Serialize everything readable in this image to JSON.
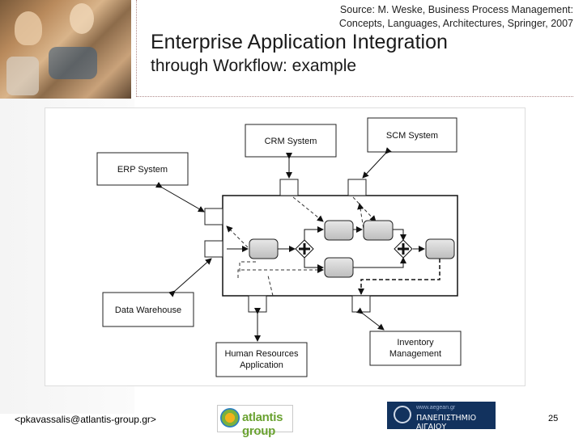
{
  "header": {
    "source_line1": "Source: M. Weske, Business Process Management:",
    "source_line2": "Concepts, Languages, Architectures, Springer, 2007",
    "title_line1": "Enterprise Application Integration",
    "title_line2": "through Workflow: example"
  },
  "diagram": {
    "crm": "CRM System",
    "scm": "SCM System",
    "erp": "ERP System",
    "dw": "Data Warehouse",
    "hr_line1": "Human Resources",
    "hr_line2": "Application",
    "inv_line1": "Inventory",
    "inv_line2": "Management"
  },
  "footer": {
    "email": "<pkavassalis@atlantis-group.gr>",
    "logo_atlantis": "atlantis group",
    "logo_aegean_small": "www.aegean.gr",
    "logo_aegean": "ΠΑΝΕΠΙΣΤΗΜΙΟ ΑΙΓΑΙΟΥ",
    "page": "25"
  }
}
